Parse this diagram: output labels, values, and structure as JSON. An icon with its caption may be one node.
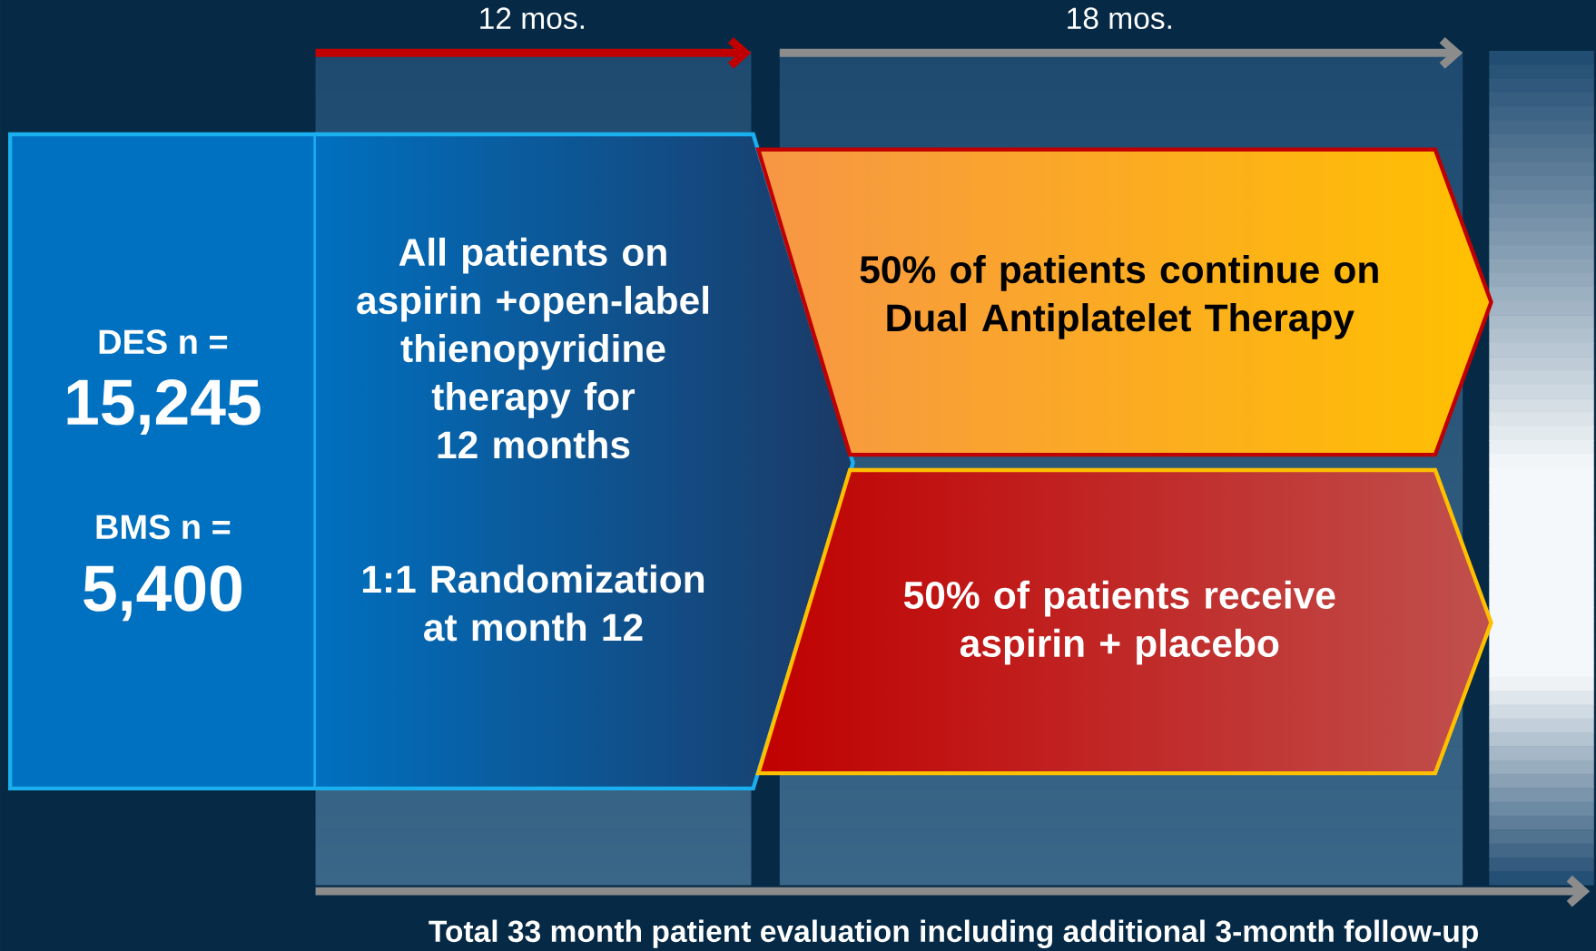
{
  "diagram": {
    "nodes": [
      {
        "text": [
          "DES n =",
          "15,245",
          "BMS n =",
          "5,400"
        ]
      },
      {
        "text": [
          "All patients on aspirin +open-label thienopyridine therapy for 12 months",
          "1:1 Randomization at month 12"
        ]
      },
      {
        "text": [
          "50% of patients continue on Dual Antiplatelet Therapy"
        ]
      },
      {
        "text": [
          "50% of patients receive aspirin + placebo"
        ]
      }
    ],
    "labels": [
      "12 mos.",
      "18 mos.",
      "Total 33 month patient evaluation including additional 3-month follow-up"
    ]
  }
}
